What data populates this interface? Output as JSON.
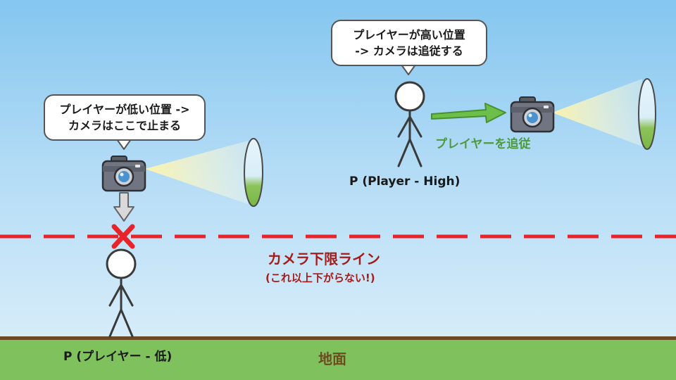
{
  "bubbles": {
    "low": {
      "line1": "プレイヤーが低い位置 ->",
      "line2": "カメラはここで止まる"
    },
    "high": {
      "line1": "プレイヤーが高い位置",
      "line2": "-> カメラは追従する"
    }
  },
  "labels": {
    "follow": "プレイヤーを追従",
    "player_high": "P (Player - High)",
    "limit_title": "カメラ下限ライン",
    "limit_subtitle": "(これ以上下がらない!)",
    "player_low": "P (プレイヤー - 低)",
    "ground": "地面"
  },
  "icons": [
    "camera-icon",
    "view-cone",
    "stick-figure",
    "down-arrow-icon",
    "x-mark-icon",
    "right-arrow-icon"
  ],
  "colors": {
    "sky_top": "#84c6ef",
    "limit_line": "#e8232a",
    "limit_text": "#a71a18",
    "follow_arrow": "#6cc04a",
    "follow_text": "#4d9a3e",
    "ground": "#7fc15d",
    "ground_text": "#6b4c1e"
  }
}
